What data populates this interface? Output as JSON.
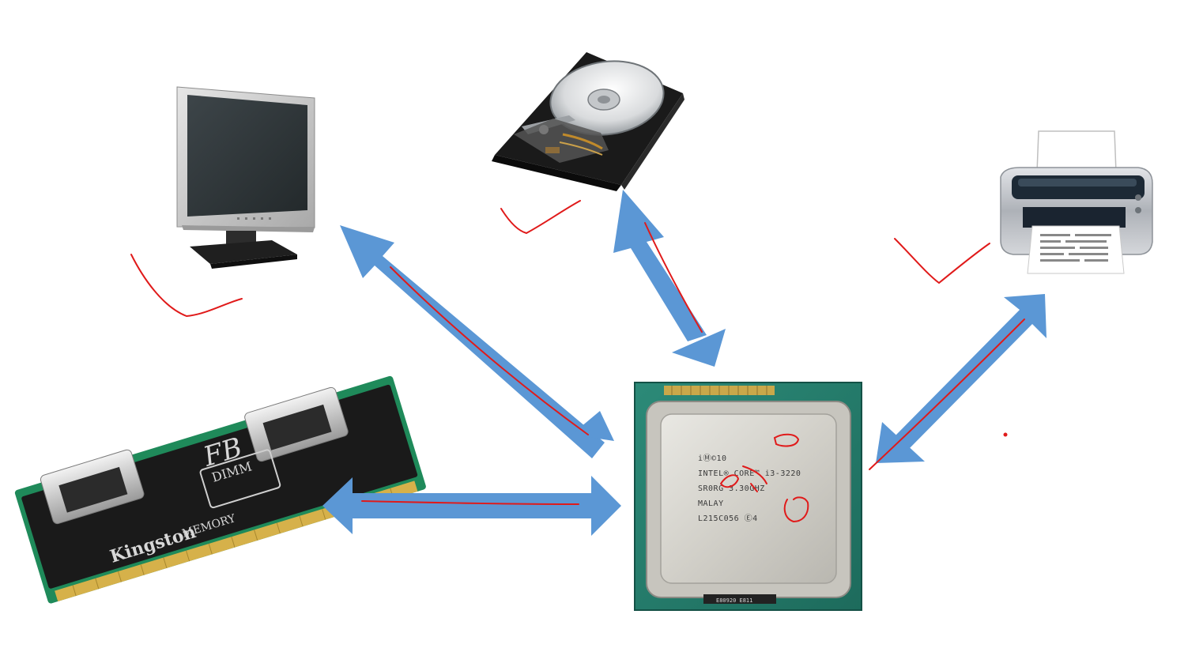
{
  "colors": {
    "arrow": "#5b97d5",
    "annotation": "#e01a1a",
    "background": "#ffffff"
  },
  "components": {
    "monitor": {
      "icon": "monitor-icon"
    },
    "hard_drive": {
      "icon": "hard-drive-icon"
    },
    "printer": {
      "icon": "printer-icon"
    },
    "ram": {
      "icon": "ram-module-icon",
      "brand": "Kingston",
      "brand_suffix": "MEMORY",
      "badge_top": "FB",
      "badge_bottom": "DIMM"
    },
    "cpu": {
      "icon": "cpu-icon",
      "logo_line": "iⓂ©10",
      "brand_line": "INTEL® CORE™ i3-3220",
      "spec_line": "SR0RG 3.30GHZ",
      "country_line": "MALAY",
      "lot_line": "L215C056 Ⓔ4",
      "bottom_code": "E80920 E811"
    }
  },
  "connections": [
    {
      "from": "cpu",
      "to": "monitor",
      "direction": "bidirectional"
    },
    {
      "from": "cpu",
      "to": "hard_drive",
      "direction": "bidirectional"
    },
    {
      "from": "cpu",
      "to": "printer",
      "direction": "bidirectional"
    },
    {
      "from": "cpu",
      "to": "ram",
      "direction": "bidirectional"
    }
  ],
  "annotations": [
    {
      "type": "checkmark",
      "target": "monitor"
    },
    {
      "type": "checkmark",
      "target": "hard_drive"
    },
    {
      "type": "checkmark",
      "target": "printer"
    },
    {
      "type": "underline",
      "target": "connections"
    },
    {
      "type": "circle",
      "target": "cpu"
    }
  ]
}
